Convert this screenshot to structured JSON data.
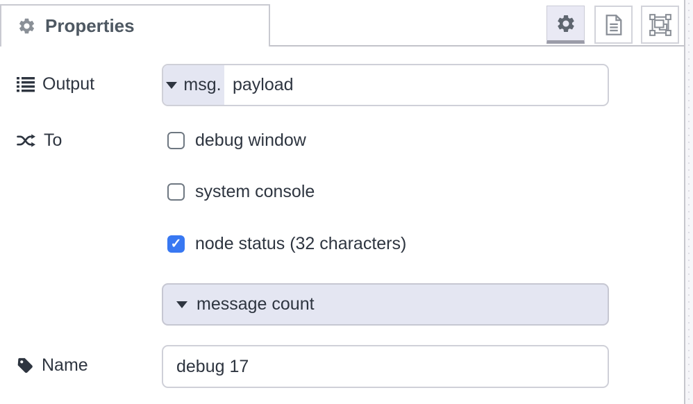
{
  "colors": {
    "checkbox_checked": "#3878f2",
    "typed_input_bg": "#e4e6f2",
    "field_border": "#cfd0d8",
    "text": "#2e3540",
    "tab_title_text": "#4e5862",
    "icon_gray": "#8a9097",
    "active_button_bg": "#e9e9f4"
  },
  "tab": {
    "title": "Properties",
    "icon": "gear-icon"
  },
  "toolbar": {
    "buttons": [
      {
        "name": "properties",
        "icon": "gear-icon",
        "active": true
      },
      {
        "name": "description",
        "icon": "document-icon",
        "active": false
      },
      {
        "name": "appearance",
        "icon": "selection-frame-icon",
        "active": false
      }
    ]
  },
  "form": {
    "output": {
      "label": "Output",
      "icon": "list-icon",
      "typed_prefix": "msg.",
      "value": "payload",
      "caret": "chevron-down-icon"
    },
    "to": {
      "label": "To",
      "icon": "shuffle-icon",
      "options": [
        {
          "label": "debug window",
          "checked": false
        },
        {
          "label": "system console",
          "checked": false
        },
        {
          "label": "node status (32 characters)",
          "checked": true
        }
      ]
    },
    "status": {
      "selected": "message count",
      "caret": "chevron-down-icon"
    },
    "name": {
      "label": "Name",
      "icon": "tag-icon",
      "value": "debug 17"
    }
  }
}
